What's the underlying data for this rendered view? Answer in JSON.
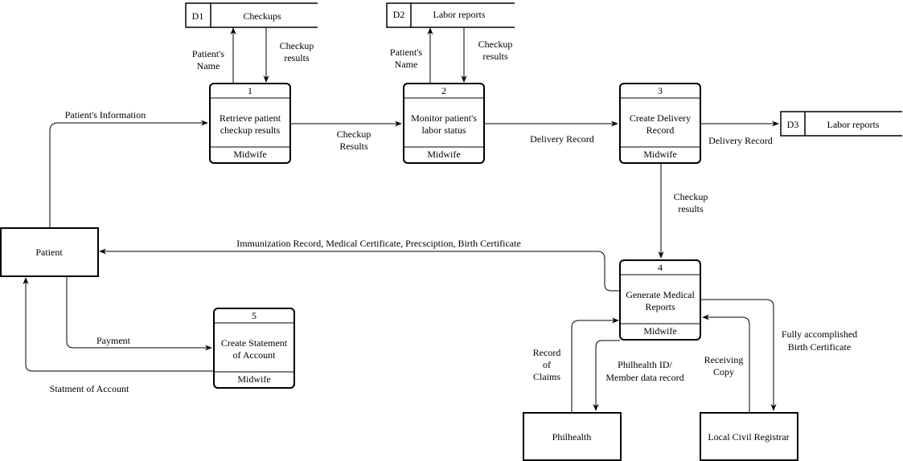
{
  "processes": [
    {
      "id": "p1",
      "number": "1",
      "lines": [
        "Retrieve patient",
        "checkup results"
      ],
      "actor": "Midwife"
    },
    {
      "id": "p2",
      "number": "2",
      "lines": [
        "Monitor patient's",
        "labor status"
      ],
      "actor": "Midwife"
    },
    {
      "id": "p3",
      "number": "3",
      "lines": [
        "Create Delivery",
        "Record"
      ],
      "actor": "Midwife"
    },
    {
      "id": "p4",
      "number": "4",
      "lines": [
        "Generate Medical",
        "Reports"
      ],
      "actor": "Midwife"
    },
    {
      "id": "p5",
      "number": "5",
      "lines": [
        "Create Statement",
        "of Account"
      ],
      "actor": "Midwife"
    }
  ],
  "data_stores": [
    {
      "id": "d1",
      "code": "D1",
      "name": "Checkups"
    },
    {
      "id": "d2",
      "code": "D2",
      "name": "Labor reports"
    },
    {
      "id": "d3",
      "code": "D3",
      "name": "Labor reports"
    }
  ],
  "entities": [
    {
      "id": "patient",
      "name": "Patient"
    },
    {
      "id": "philhealth",
      "name": "Philhealth"
    },
    {
      "id": "lcr",
      "name": "Local Civil Registrar"
    }
  ],
  "flows": [
    {
      "id": "f-patient-info",
      "lines": [
        "Patient's Information"
      ]
    },
    {
      "id": "f-d1-name",
      "lines": [
        "Patient's",
        "Name"
      ]
    },
    {
      "id": "f-d1-results",
      "lines": [
        "Checkup",
        "results"
      ]
    },
    {
      "id": "f-d2-name",
      "lines": [
        "Patient's",
        "Name"
      ]
    },
    {
      "id": "f-d2-results",
      "lines": [
        "Checkup",
        "results"
      ]
    },
    {
      "id": "f-p1-p2",
      "lines": [
        "Checkup",
        "Results"
      ]
    },
    {
      "id": "f-p2-p3",
      "lines": [
        "Delivery Record"
      ]
    },
    {
      "id": "f-p3-d3",
      "lines": [
        "Delivery Record"
      ]
    },
    {
      "id": "f-p3-p4",
      "lines": [
        "Checkup",
        "results"
      ]
    },
    {
      "id": "f-p4-patient",
      "lines": [
        "Immunization Record, Medical Certificate, Precsciption, Birth Certificate"
      ]
    },
    {
      "id": "f-payment",
      "lines": [
        "Payment"
      ]
    },
    {
      "id": "f-soa",
      "lines": [
        "Statment of Account"
      ]
    },
    {
      "id": "f-claims",
      "lines": [
        "Record",
        "of",
        "Claims"
      ]
    },
    {
      "id": "f-philhealth-id",
      "lines": [
        "Philhealth ID/",
        "Member data record"
      ]
    },
    {
      "id": "f-receiving",
      "lines": [
        "Receiving",
        "Copy"
      ]
    },
    {
      "id": "f-birth-cert",
      "lines": [
        "Fully accomplished",
        "Birth Certificate"
      ]
    }
  ]
}
